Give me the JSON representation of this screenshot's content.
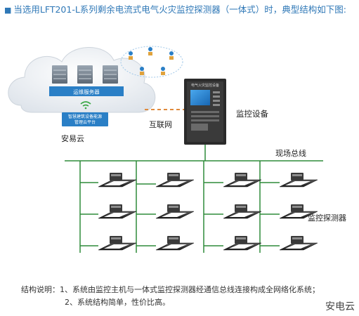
{
  "title": "当选用LFT201-L系列剩余电流式电气火灾监控探测器（一体式）时，典型结构如下图:",
  "cloud": {
    "label": "安易云",
    "server_label": "运维服务器",
    "platform_label": "智慧建筑设备能源管理云平台",
    "wifi_icon": "wifi-icon"
  },
  "internet_label": "互联网",
  "monitor_label": "监控设备",
  "monitor_screen_title": "电气火灾监控设备",
  "bus_label": "现场总线",
  "detector_label": "监控探测器",
  "notes": {
    "heading": "结构说明：1、系统由监控主机与一体式监控探测器经通信总线连接构成全网络化系统；",
    "line2": "2、系统结构简单，性价比高。"
  },
  "brand": "安电云",
  "colors": {
    "title": "#2f78b7",
    "bus": "#2e8b3a",
    "dashed": "#e08a3c",
    "cloud_blue": "#2a7fc6",
    "device_body": "#2b2b2b",
    "screen": "#1f7fd1"
  }
}
